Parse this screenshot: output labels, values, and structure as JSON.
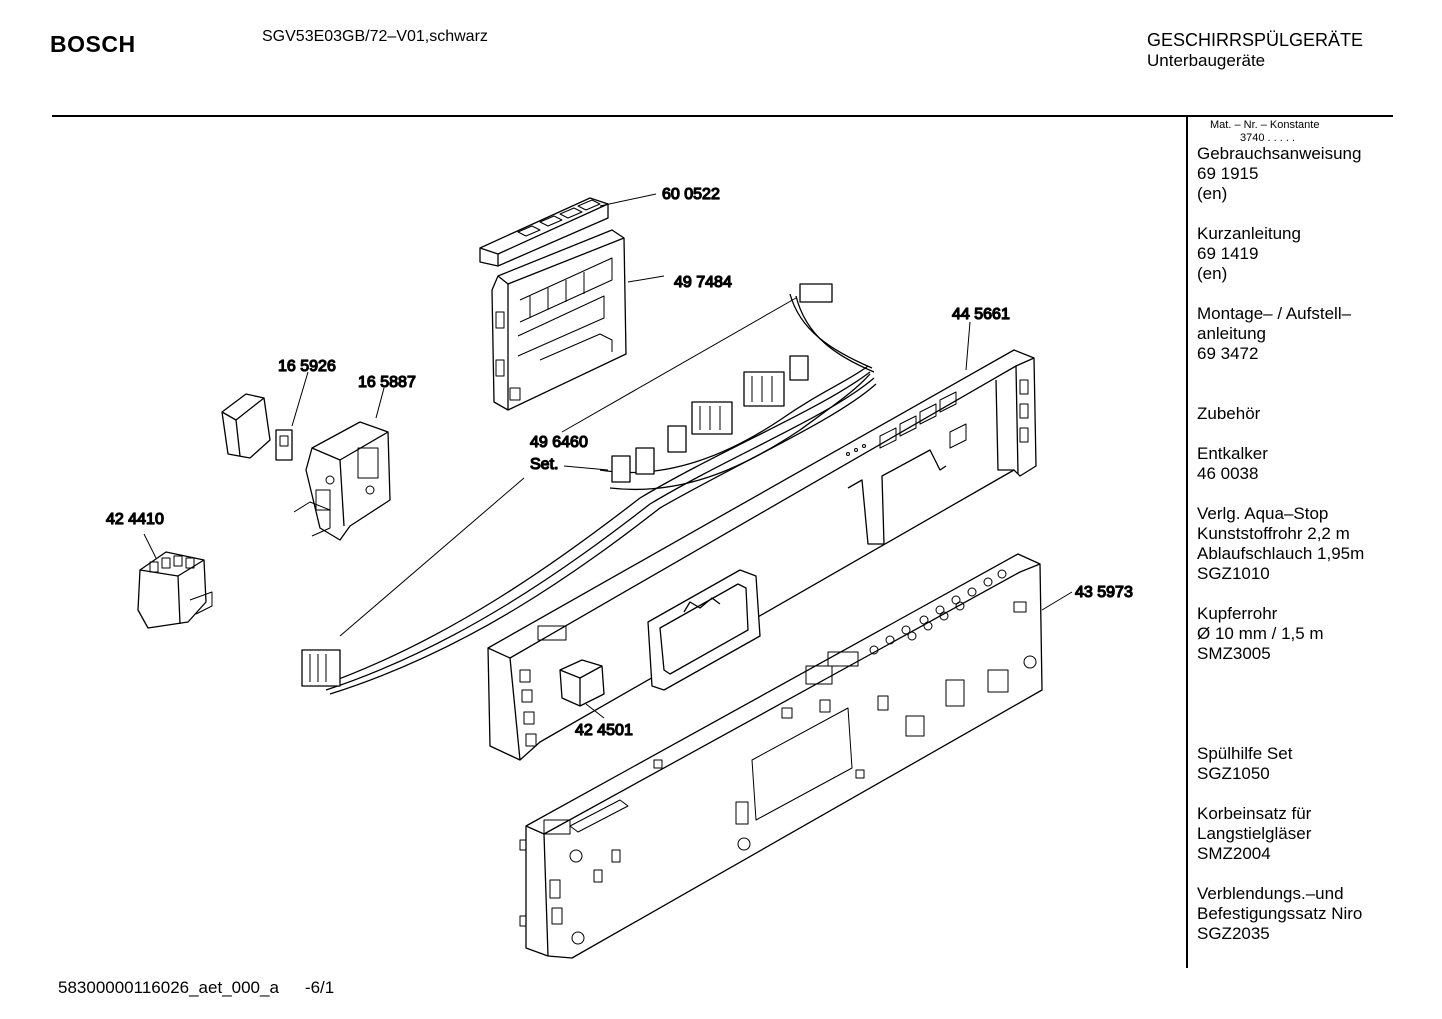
{
  "header": {
    "brand": "BOSCH",
    "model": "SGV53E03GB/72–V01,schwarz",
    "category": "GESCHIRRSPÜLGERÄTE",
    "subcategory": "Unterbaugeräte"
  },
  "parts": [
    {
      "id": "600522",
      "label": "60 0522"
    },
    {
      "id": "497484",
      "label": "49 7484"
    },
    {
      "id": "445661",
      "label": "44 5661"
    },
    {
      "id": "165926",
      "label": "16 5926"
    },
    {
      "id": "165887",
      "label": "16 5887"
    },
    {
      "id": "496460",
      "label": "49 6460",
      "sub": "Set."
    },
    {
      "id": "424410",
      "label": "42 4410"
    },
    {
      "id": "435973",
      "label": "43 5973"
    },
    {
      "id": "424501",
      "label": "42 4501"
    }
  ],
  "sidebar": {
    "mat_label": "Mat. – Nr. – Konstante",
    "mat_value": "3740  .  .  .  .  .",
    "groups": [
      {
        "lines": [
          "Gebrauchsanweisung",
          "69 1915",
          "(en)"
        ]
      },
      {
        "lines": [
          "Kurzanleitung",
          "69 1419",
          "(en)"
        ]
      },
      {
        "lines": [
          "Montage– / Aufstell–",
          "anleitung",
          "69 3472"
        ]
      },
      {
        "lines": [
          "Zubehör"
        ]
      },
      {
        "lines": [
          "Entkalker",
          "46 0038"
        ]
      },
      {
        "lines": [
          "Verlg. Aqua–Stop",
          "Kunststoffrohr 2,2 m",
          "Ablaufschlauch 1,95m",
          "SGZ1010"
        ]
      },
      {
        "lines": [
          "Kupferrohr",
          "Ø 10 mm / 1,5 m",
          "SMZ3005"
        ]
      },
      {
        "lines": [
          "Spülhilfe Set",
          "SGZ1050"
        ]
      },
      {
        "lines": [
          "Korbeinsatz für",
          "Langstielgläser",
          "SMZ2004"
        ]
      },
      {
        "lines": [
          "Verblendungs.–und",
          "Befestigungssatz Niro",
          "SGZ2035"
        ]
      }
    ]
  },
  "footer": {
    "doc_id": "58300000116026_aet_000_a",
    "page": "-6/1"
  }
}
